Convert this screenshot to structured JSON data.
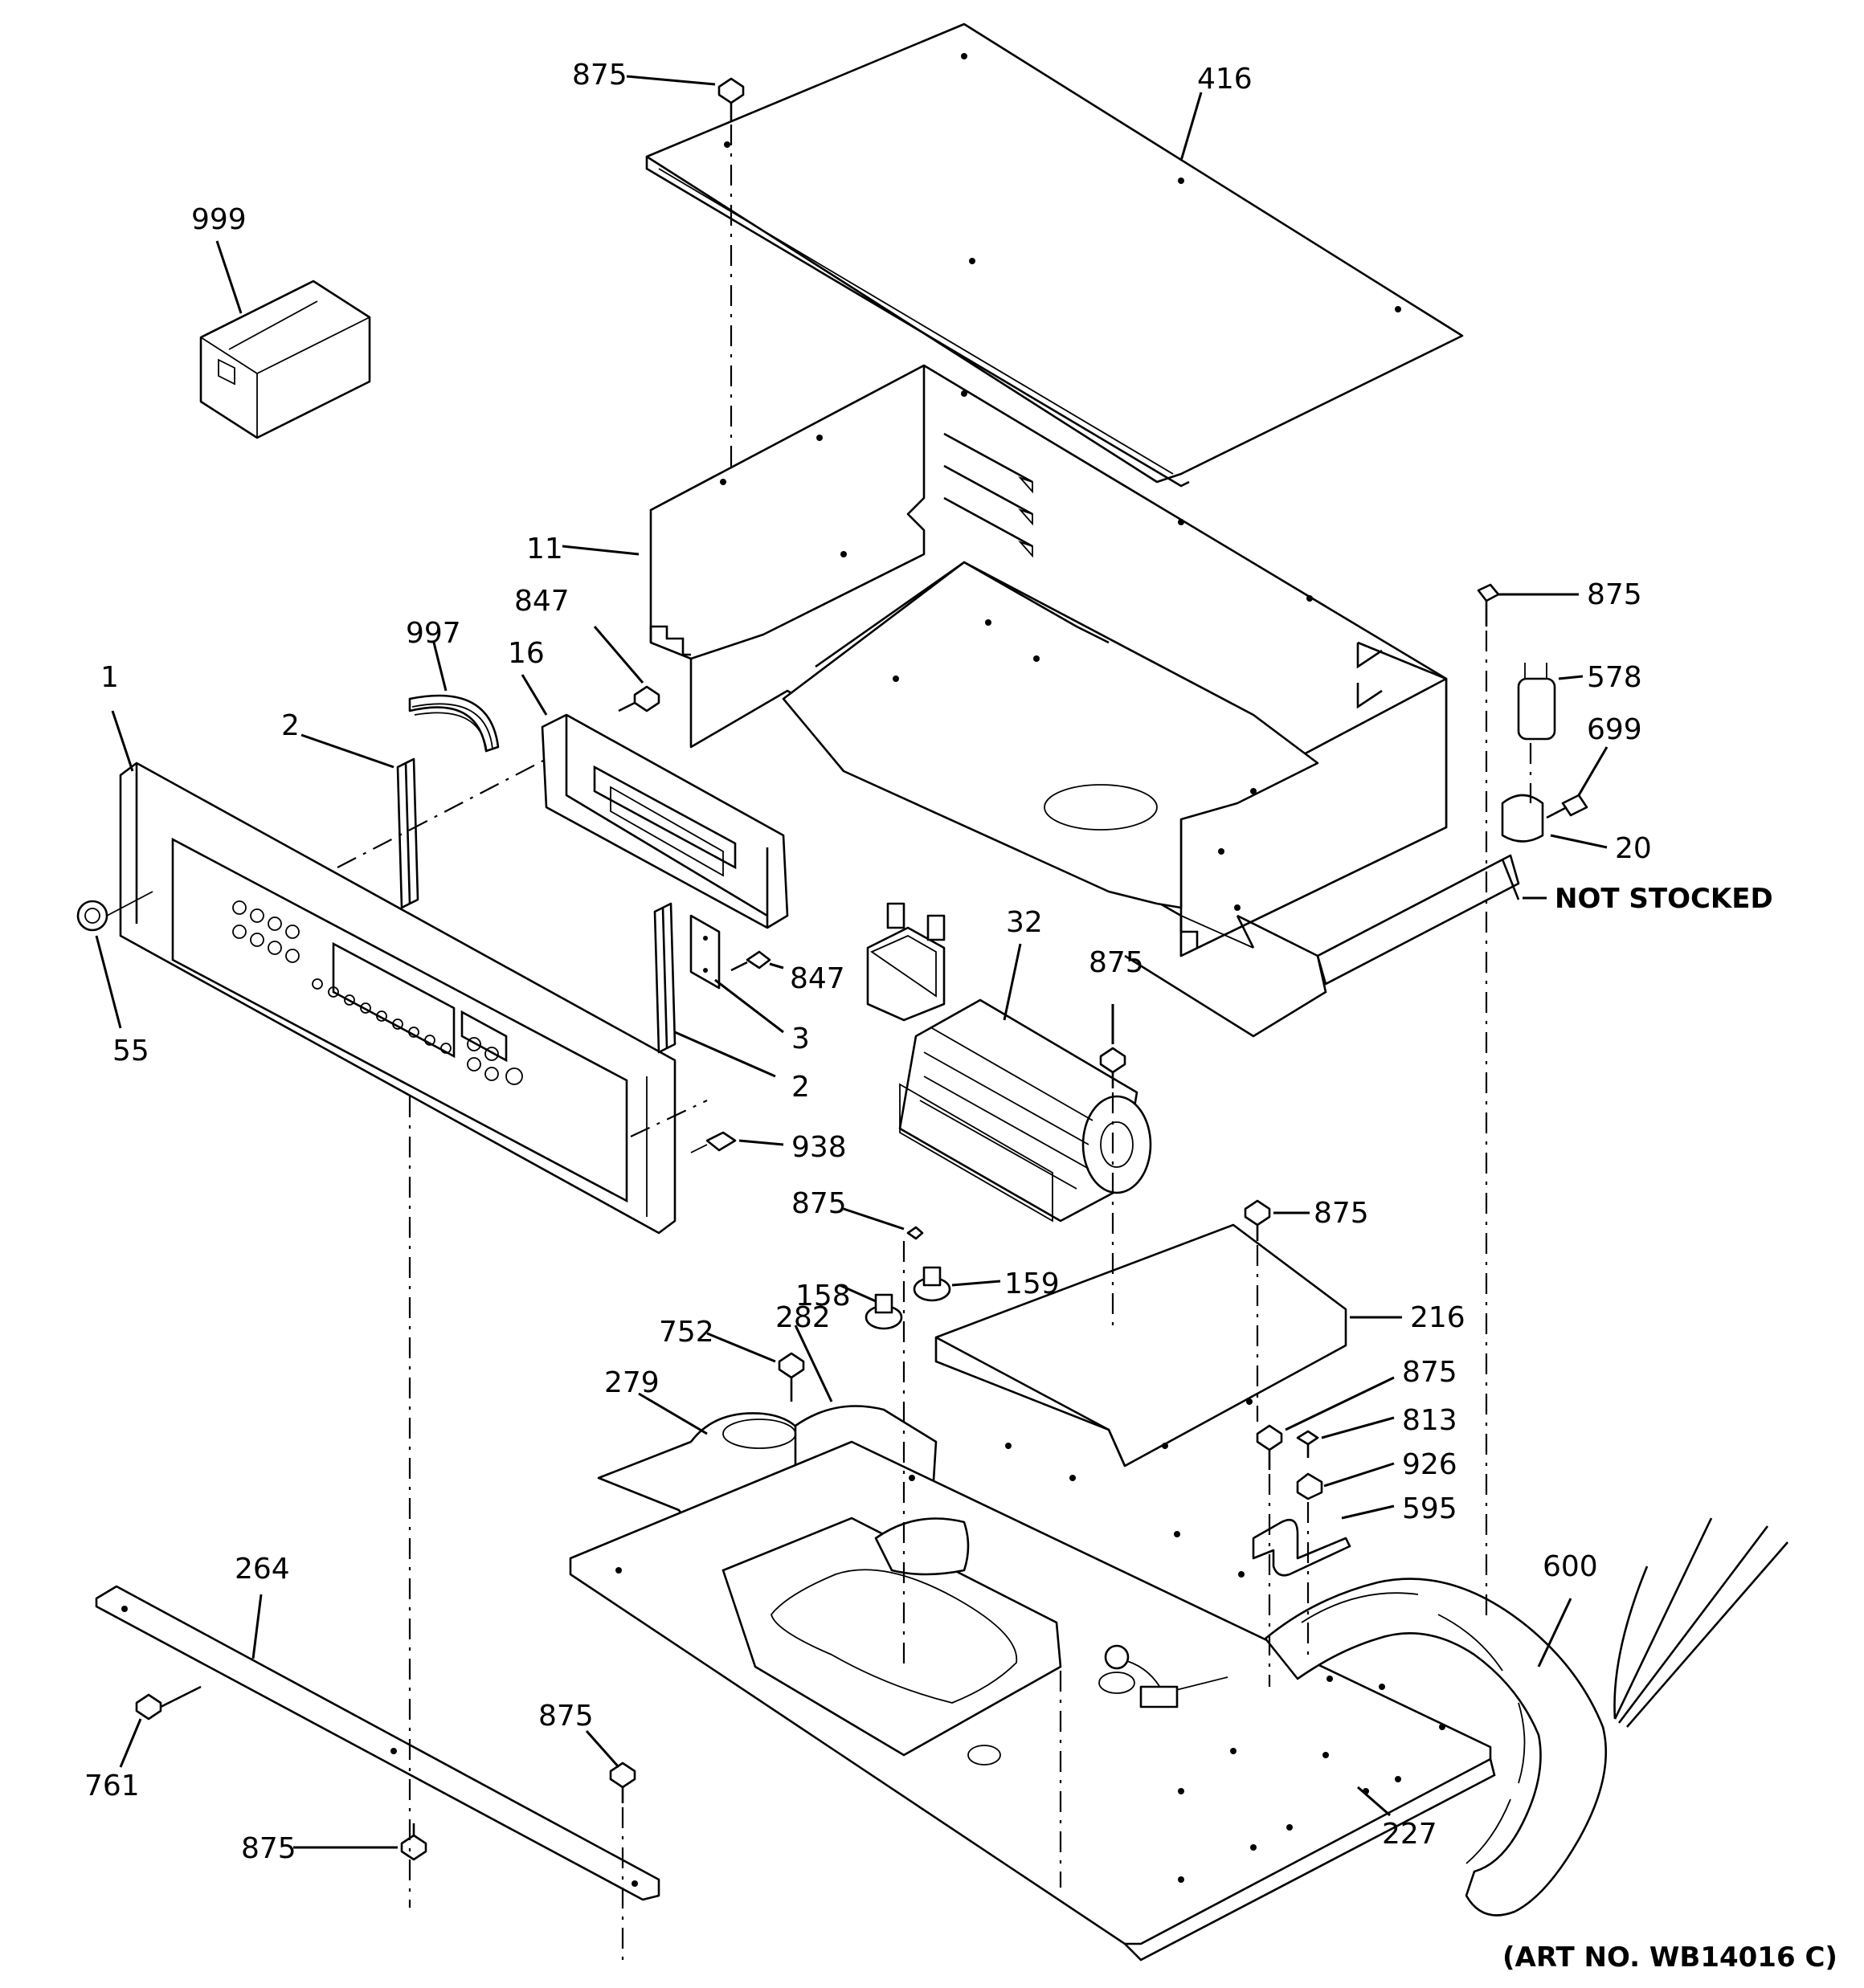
{
  "callouts": {
    "c999": "999",
    "c875_top": "875",
    "c416": "416",
    "c11": "11",
    "c847_top": "847",
    "c997": "997",
    "c16": "16",
    "c1": "1",
    "c2_top": "2",
    "c875_right": "875",
    "c578": "578",
    "c699": "699",
    "c20": "20",
    "c32": "32",
    "c875_fan": "875",
    "c847_mid": "847",
    "c3": "3",
    "c2_bottom": "2",
    "c55": "55",
    "c938": "938",
    "c875_stat": "875",
    "c875_duct": "875",
    "c158": "158",
    "c159": "159",
    "c216": "216",
    "c752": "752",
    "c282": "282",
    "c279": "279",
    "c875_bracket": "875",
    "c813": "813",
    "c926": "926",
    "c595": "595",
    "c600": "600",
    "c264": "264",
    "c761": "761",
    "c875_trim": "875",
    "c875_bottom": "875",
    "c227": "227"
  },
  "notes": {
    "not_stocked": "NOT STOCKED",
    "art_no": "(ART NO. WB14016 C)"
  }
}
